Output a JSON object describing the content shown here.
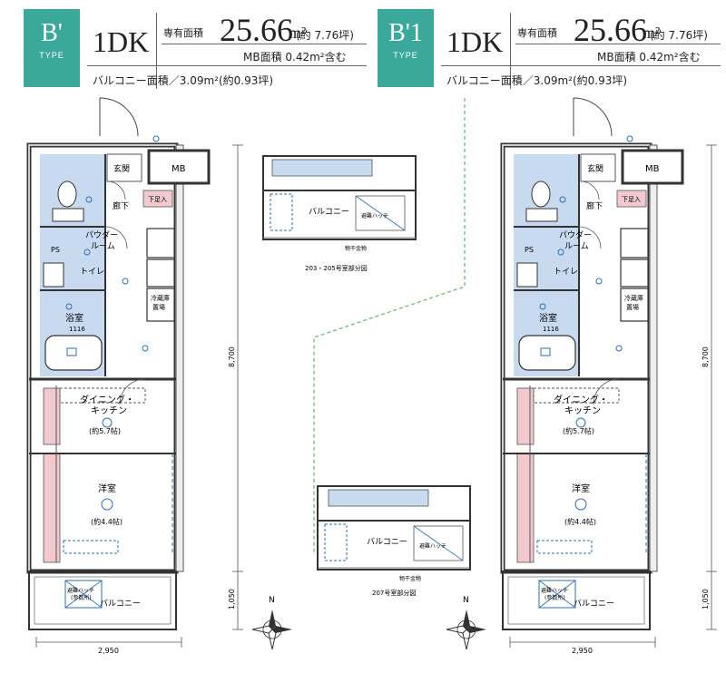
{
  "units": [
    {
      "code": "B'",
      "type_label": "TYPE",
      "layout": "1DK",
      "area_label": "専有面積",
      "area_value": "25.66",
      "area_unit": "m²",
      "area_tsubo": "(約 7.76坪)",
      "mb_area": "MB面積 0.42m²含む",
      "balcony_area": "バルコニー面積／3.09m²(約0.93坪)"
    },
    {
      "code": "B'1",
      "type_label": "TYPE",
      "layout": "1DK",
      "area_label": "専有面積",
      "area_value": "25.66",
      "area_unit": "m²",
      "area_tsubo": "(約 7.76坪)",
      "mb_area": "MB面積 0.42m²含む",
      "balcony_area": "バルコニー面積／3.09m²(約0.93坪)"
    }
  ],
  "plan": {
    "entrance": "玄関",
    "mb": "MB",
    "hallway": "廊下",
    "shoebox": "下足入",
    "powder_room_1": "パウダー",
    "powder_room_2": "ルーム",
    "ps": "PS",
    "toilet": "トイレ",
    "fridge": "冷蔵庫",
    "fridge_2": "置場",
    "bathroom": "浴室",
    "bath_size": "1116",
    "dining_1": "ダイニング・",
    "dining_2": "キッチン",
    "dining_size": "(約5.7帖)",
    "western": "洋室",
    "western_size": "(約4.4帖)",
    "balcony": "バルコニー",
    "hatch": "避難ハッチ",
    "hatch_note": "(参数所)",
    "height_dim": "8,700",
    "balcony_dim": "1,050",
    "width_dim": "2,950",
    "north": "N"
  },
  "details": [
    {
      "caption": "203・205号室部分図",
      "balcony": "バルコニー",
      "hatch": "避難ハッチ",
      "note": "物干金物"
    },
    {
      "caption": "207号室部分図",
      "balcony": "バルコニー",
      "hatch": "避難ハッチ",
      "note": "物干金物"
    }
  ],
  "colors": {
    "accent": "#3aa89a",
    "wet_area": "#c7daf0",
    "storage": "#f1c9cf",
    "dashed_line": "#5cbb6a"
  }
}
